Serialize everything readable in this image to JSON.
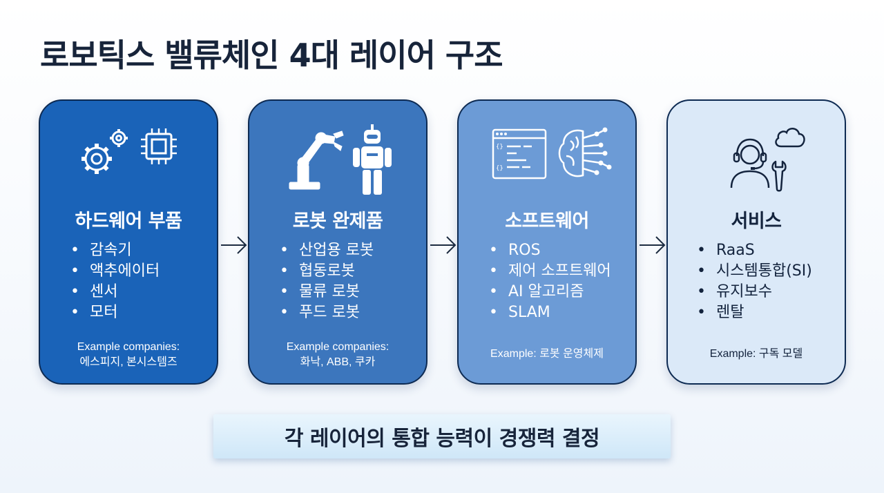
{
  "title": "로보틱스 밸류체인 4대 레이어 구조",
  "layers": [
    {
      "heading": "하드웨어 부품",
      "items": [
        "감속기",
        "액추에이터",
        "센서",
        "모터"
      ],
      "example_line1": "Example companies:",
      "example_line2": "에스피지, 본시스템즈",
      "icons": [
        "gears-icon",
        "chip-icon"
      ]
    },
    {
      "heading": "로봇 완제품",
      "items": [
        "산업용 로봇",
        "협동로봇",
        "물류 로봇",
        "푸드 로봇"
      ],
      "example_line1": "Example companies:",
      "example_line2": "화낙, ABB, 쿠카",
      "icons": [
        "robot-arm-icon",
        "humanoid-robot-icon"
      ]
    },
    {
      "heading": "소프트웨어",
      "items": [
        "ROS",
        "제어 소프트웨어",
        "AI 알고리즘",
        "SLAM"
      ],
      "example_line1": "Example: 로봇 운영체제",
      "icons": [
        "code-window-icon",
        "ai-brain-icon"
      ]
    },
    {
      "heading": "서비스",
      "items": [
        "RaaS",
        "시스템통합(SI)",
        "유지보수",
        "렌탈"
      ],
      "example_line1": "Example: 구독 모델",
      "icons": [
        "support-agent-icon",
        "cloud-icon",
        "wrench-icon"
      ]
    }
  ],
  "banner": "각 레이어의 통합 능력이 경쟁력 결정",
  "colors": {
    "layer1": "#1a63b8",
    "layer2": "#3c76bd",
    "layer3": "#6c9bd6",
    "layer4": "#dbe9f8",
    "title": "#17243a"
  }
}
